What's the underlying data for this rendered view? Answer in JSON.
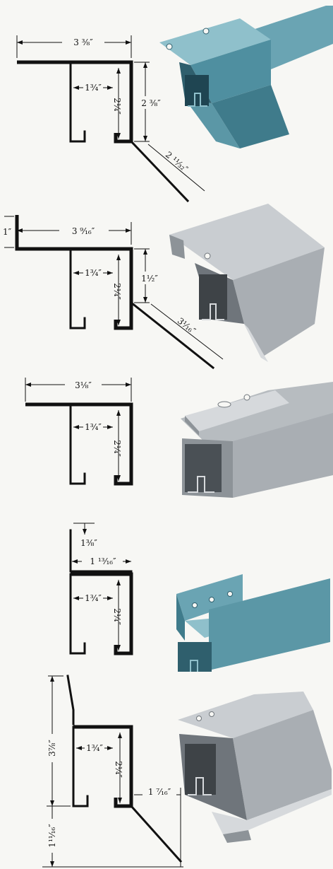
{
  "colors": {
    "galvanized_blue": "#4f8fa0",
    "galvanized_blue_dark": "#2f5f6d",
    "galvanized_blue_light": "#8fc0cb",
    "steel_gray": "#a9aeb3",
    "steel_gray_dark": "#6f757b",
    "steel_gray_light": "#d6d9dc",
    "ink": "#111111"
  },
  "profiles": [
    {
      "dims": {
        "top_width": "3 ⅜″",
        "inner_width": "1¾″",
        "inner_height": "2¼″",
        "side_height": "2 ⅜″",
        "flange": "2 ¹¹⁄₃₂″"
      }
    },
    {
      "dims": {
        "lip": "1″",
        "top_width": "3 ⁹⁄₁₆″",
        "inner_width": "1¾″",
        "inner_height": "2¼″",
        "side_height": "1½″",
        "flange": "3⅟₁₆″"
      }
    },
    {
      "dims": {
        "top_width": "3⅛″",
        "inner_width": "1¾″",
        "inner_height": "2¼″"
      }
    },
    {
      "dims": {
        "bracket_height": "1⅜″",
        "top_width": "1 ¹³⁄₁₆″",
        "inner_width": "1¾″",
        "inner_height": "2¼″"
      }
    },
    {
      "dims": {
        "total_height": "3⅞″",
        "inner_width": "1¾″",
        "inner_height": "2¼″",
        "flange": "1 ⁷⁄₁₆″",
        "bottom": "1¹¹⁄₁₆″"
      }
    }
  ]
}
